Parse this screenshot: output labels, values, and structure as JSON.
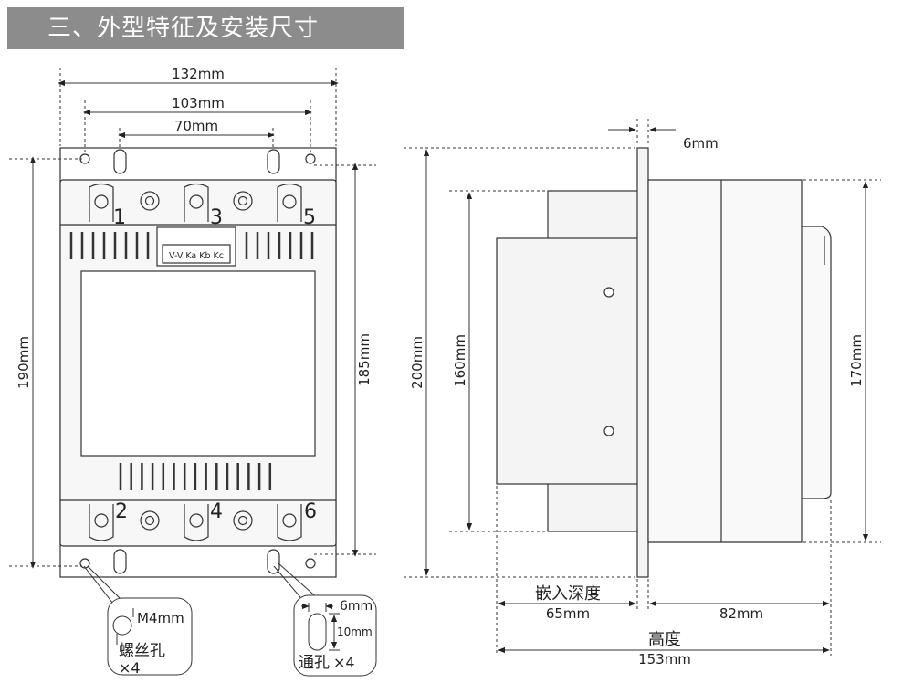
{
  "section_title": "三、外型特征及安装尺寸",
  "front_view": {
    "dims": {
      "overall_width": "132mm",
      "hole_outer_spacing": "103mm",
      "slot_inner_spacing": "70mm",
      "overall_height": "190mm",
      "mount_height": "185mm"
    },
    "terminals_top": [
      "1",
      "3",
      "5"
    ],
    "terminals_bottom": [
      "2",
      "4",
      "6"
    ],
    "connector_label": "V-V Ka Kb Kc"
  },
  "callouts": {
    "screw_hole": {
      "size": "M4mm",
      "name": "螺丝孔",
      "qty": "×4"
    },
    "through_hole": {
      "width": "6mm",
      "length": "10mm",
      "name": "通孔",
      "qty": "×4"
    }
  },
  "side_view": {
    "dims": {
      "flange_thickness": "6mm",
      "total_height": "200mm",
      "body_height": "160mm",
      "cover_height": "170mm",
      "embed_depth_label": "嵌入深度",
      "embed_depth": "65mm",
      "front_depth": "82mm",
      "height_label": "高度",
      "total_depth": "153mm"
    }
  },
  "colors": {
    "banner": "#8c8c8c",
    "line": "#333333",
    "body_fill": "#f4f4f4"
  }
}
